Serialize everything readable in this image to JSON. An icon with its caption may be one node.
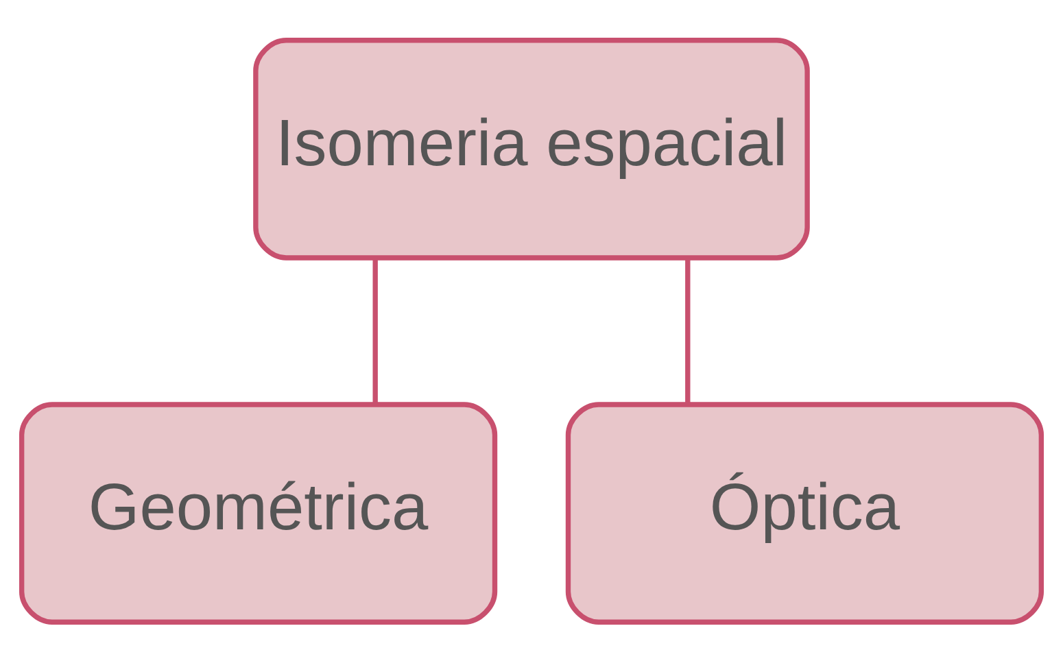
{
  "diagram": {
    "nodes": [
      {
        "text": [
          "Isomeria espacial"
        ]
      },
      {
        "text": [
          "Geométrica"
        ]
      },
      {
        "text": [
          "Óptica"
        ]
      }
    ],
    "edges": [
      {
        "from": 0,
        "to": 1,
        "arrow": "none"
      },
      {
        "from": 0,
        "to": 2,
        "arrow": "none"
      }
    ]
  }
}
